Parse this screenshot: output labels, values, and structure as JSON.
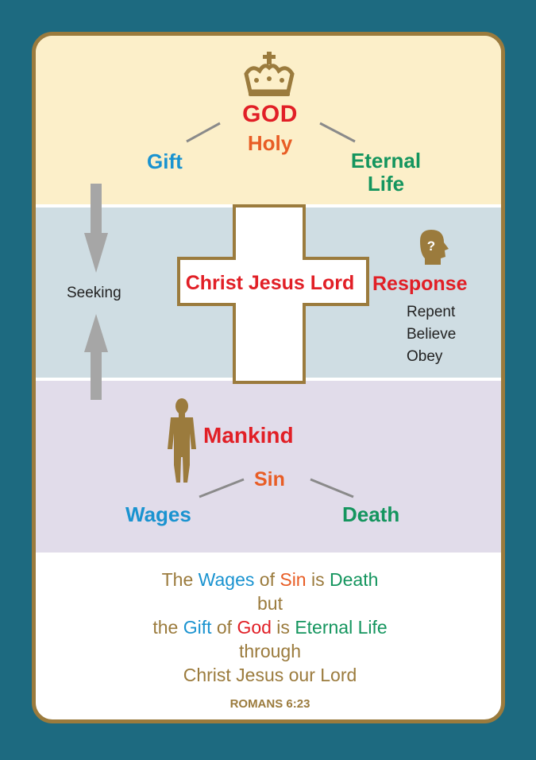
{
  "colors": {
    "background": "#1d6a80",
    "border": "#9b7b3d",
    "top_band": "#fcefc9",
    "middle_band": "#cfdde3",
    "bottom_band": "#e1dcea",
    "red": "#e11f26",
    "orange": "#e85d25",
    "blue": "#1a93d0",
    "green": "#14955e",
    "gray_arrow": "#a6a6a6"
  },
  "icons": {
    "crown": "crown-icon",
    "head": "question-head-icon",
    "person": "man-silhouette-icon",
    "cross": "cross-icon"
  },
  "top": {
    "god": "GOD",
    "holy": "Holy",
    "gift": "Gift",
    "eternal_life": "Eternal Life"
  },
  "middle": {
    "seeking": "Seeking",
    "cross_text": "Christ Jesus Lord",
    "response": "Response",
    "response_steps": [
      "Repent",
      "Believe",
      "Obey"
    ]
  },
  "bottom": {
    "mankind": "Mankind",
    "sin": "Sin",
    "wages": "Wages",
    "death": "Death"
  },
  "verse": {
    "line1": {
      "a": "The ",
      "b": "Wages",
      "c": " of ",
      "d": "Sin",
      "e": " is ",
      "f": "Death"
    },
    "line2": "but",
    "line3": {
      "a": "the ",
      "b": "Gift",
      "c": " of ",
      "d": "God",
      "e": " is ",
      "f": "Eternal Life"
    },
    "line4": "through",
    "line5": "Christ Jesus our Lord",
    "reference": "ROMANS 6:23"
  }
}
